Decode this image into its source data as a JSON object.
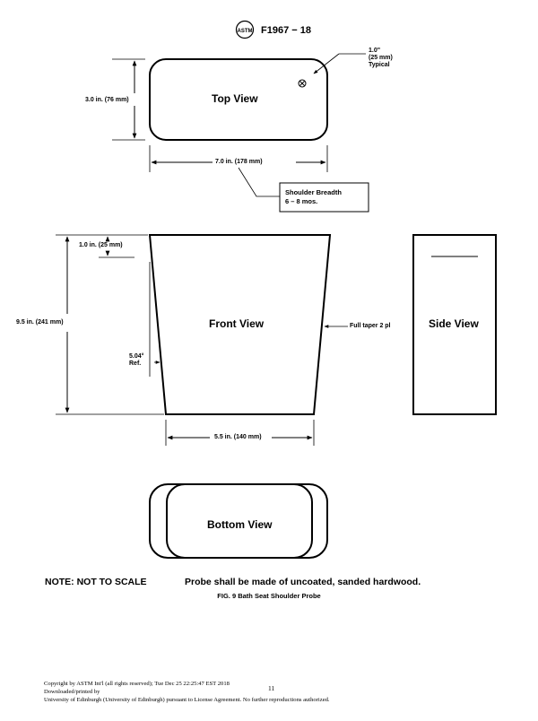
{
  "header": {
    "doc_title": "F1967 − 18",
    "logo_name": "astm-logo"
  },
  "top_view": {
    "title": "Top View",
    "height_dim": "3.0 in. (76 mm)",
    "width_dim": "7.0 in. (178 mm)",
    "radius_note_lines": [
      "1.0\"",
      "(25 mm)",
      "Typical"
    ],
    "callout_lines": [
      "Shoulder Breadth",
      "6 – 8 mos."
    ]
  },
  "front_view": {
    "title": "Front View",
    "height_dim": "9.5 in. (241 mm)",
    "top_offset_dim": "1.0 in. (25 mm)",
    "angle_lines": [
      "5.04°",
      "Ref."
    ],
    "taper_note": "Full taper 2 pl",
    "bottom_width_dim": "5.5 in. (140 mm)"
  },
  "side_view": {
    "title": "Side View"
  },
  "bottom_view": {
    "title": "Bottom View"
  },
  "notes": {
    "not_to_scale": "NOTE: NOT TO SCALE",
    "probe_material": "Probe shall be made of uncoated, sanded hardwood."
  },
  "caption": "FIG. 9 Bath Seat Shoulder Probe",
  "footer": {
    "lines": [
      "Copyright by ASTM Int'l (all rights reserved); Tue Dec 25 22:25:47 EST 2018",
      "Downloaded/printed by",
      "University of Edinburgh (University of Edinburgh) pursuant to License Agreement. No further reproductions authorized."
    ],
    "page_number": "11"
  }
}
